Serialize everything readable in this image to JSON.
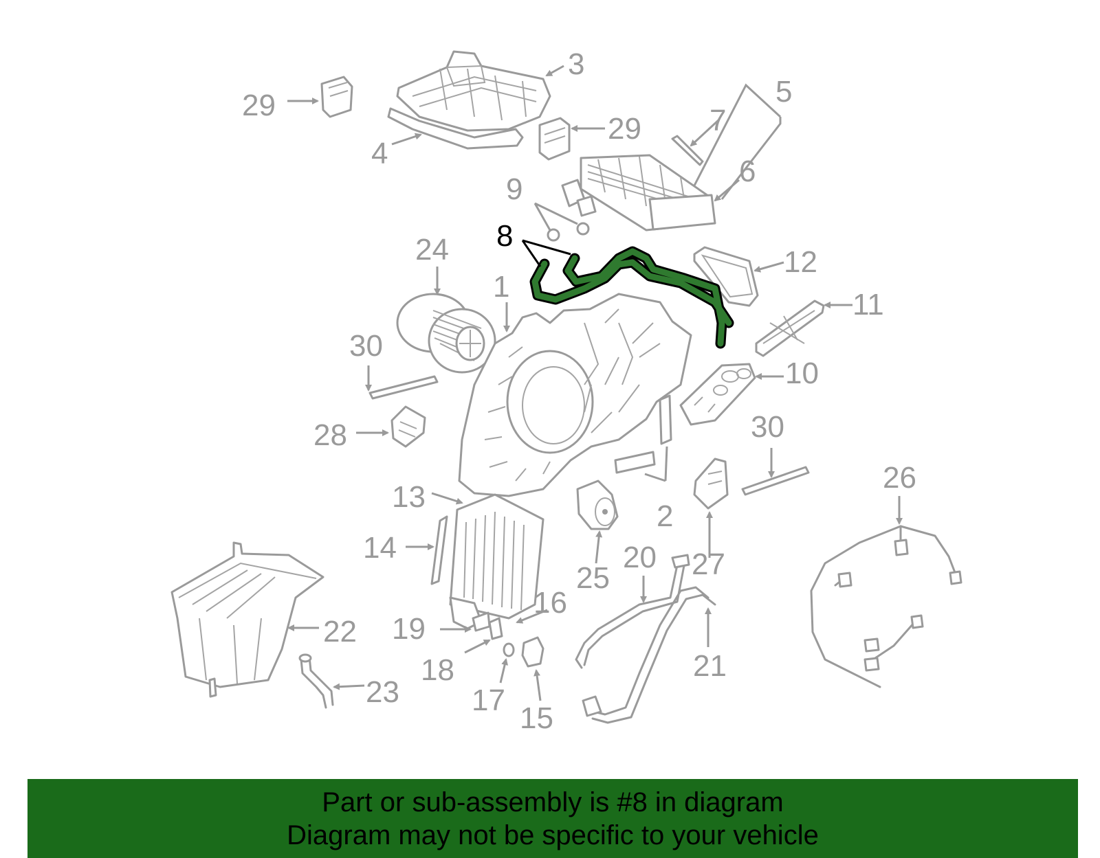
{
  "diagram": {
    "highlighted_part": "8",
    "callouts": [
      {
        "id": "c1",
        "label": "1"
      },
      {
        "id": "c2",
        "label": "2"
      },
      {
        "id": "c3",
        "label": "3"
      },
      {
        "id": "c4",
        "label": "4"
      },
      {
        "id": "c5",
        "label": "5"
      },
      {
        "id": "c6",
        "label": "6"
      },
      {
        "id": "c7",
        "label": "7"
      },
      {
        "id": "c8",
        "label": "8"
      },
      {
        "id": "c9",
        "label": "9"
      },
      {
        "id": "c10",
        "label": "10"
      },
      {
        "id": "c11",
        "label": "11"
      },
      {
        "id": "c12",
        "label": "12"
      },
      {
        "id": "c13",
        "label": "13"
      },
      {
        "id": "c14",
        "label": "14"
      },
      {
        "id": "c15",
        "label": "15"
      },
      {
        "id": "c16",
        "label": "16"
      },
      {
        "id": "c17",
        "label": "17"
      },
      {
        "id": "c18",
        "label": "18"
      },
      {
        "id": "c19",
        "label": "19"
      },
      {
        "id": "c20",
        "label": "20"
      },
      {
        "id": "c21",
        "label": "21"
      },
      {
        "id": "c22",
        "label": "22"
      },
      {
        "id": "c23",
        "label": "23"
      },
      {
        "id": "c24",
        "label": "24"
      },
      {
        "id": "c25",
        "label": "25"
      },
      {
        "id": "c26",
        "label": "26"
      },
      {
        "id": "c27",
        "label": "27"
      },
      {
        "id": "c28",
        "label": "28"
      },
      {
        "id": "c29a",
        "label": "29"
      },
      {
        "id": "c29b",
        "label": "29"
      },
      {
        "id": "c30a",
        "label": "30"
      },
      {
        "id": "c30b",
        "label": "30"
      }
    ],
    "colors": {
      "part_lines": "#9a9a9a",
      "highlight_fill": "#2f7a2f",
      "highlight_outline": "#000000",
      "banner": "#1a6b1a"
    }
  },
  "footer": {
    "line1": "Part or sub-assembly is #8 in diagram",
    "line2": "Diagram may not be specific to your vehicle"
  }
}
